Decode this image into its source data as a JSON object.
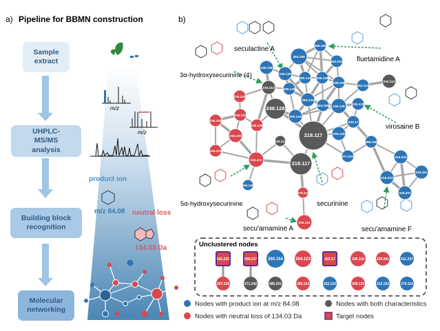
{
  "panel_a": {
    "letter": "a)",
    "title": "Pipeline for BBMN construction",
    "steps": [
      "Sample extract",
      "UHPLC-MS/MS analysis",
      "Building block recognition",
      "Molecular networking"
    ],
    "mz_label": "m/z",
    "product_ion_label": "product ion",
    "product_ion_value": "m/z 84.08",
    "neutral_loss_label": "neutral loss",
    "neutral_loss_value": "134.03 Da"
  },
  "panel_b": {
    "letter": "b)",
    "compounds": [
      "seculactine A",
      "fluetamidine A",
      "3α-hydroxysecurinine (4)",
      "virosaine B",
      "5α-hydroxysecurinine",
      "securinine",
      "secu'amamine A",
      "secu'amamine F"
    ],
    "nodes": [
      {
        "label": "269.181",
        "type": "blue"
      },
      {
        "label": "264.159",
        "type": "blue"
      },
      {
        "label": "252.254",
        "type": "blue"
      },
      {
        "label": "236.128",
        "type": "blue"
      },
      {
        "label": "250.144",
        "type": "blue"
      },
      {
        "label": "236.128",
        "type": "blue"
      },
      {
        "label": "236.128",
        "type": "blue"
      },
      {
        "label": "252.123",
        "type": "blue"
      },
      {
        "label": "234.112",
        "type": "gray"
      },
      {
        "label": "236.128",
        "type": "blue"
      },
      {
        "label": "250.144",
        "type": "blue"
      },
      {
        "label": "264.159",
        "type": "blue"
      },
      {
        "label": "236.128",
        "type": "blue"
      },
      {
        "label": "226.133",
        "type": "blue"
      },
      {
        "label": "250.144",
        "type": "blue"
      },
      {
        "label": "303.17",
        "type": "blue"
      },
      {
        "label": "218.117",
        "type": "gray"
      },
      {
        "label": "236.128",
        "type": "blue"
      },
      {
        "label": "359.196",
        "type": "blue"
      },
      {
        "label": "577.201",
        "type": "blue"
      },
      {
        "label": "319.201",
        "type": "blue"
      },
      {
        "label": "319.201",
        "type": "blue"
      },
      {
        "label": "319.201",
        "type": "blue"
      },
      {
        "label": "319.201",
        "type": "blue"
      },
      {
        "label": "234.112",
        "type": "gray"
      },
      {
        "label": "236.128",
        "type": "blue"
      },
      {
        "label": "216.102",
        "type": "red"
      },
      {
        "label": "248.128",
        "type": "gray"
      },
      {
        "label": "216.102",
        "type": "red"
      },
      {
        "label": "216.102",
        "type": "red"
      },
      {
        "label": "248.128",
        "type": "red"
      },
      {
        "label": "216.102",
        "type": "red"
      },
      {
        "label": "216.102",
        "type": "red"
      },
      {
        "label": "234.112",
        "type": "red"
      },
      {
        "label": "218.117",
        "type": "gray"
      },
      {
        "label": "234.112",
        "type": "gray"
      },
      {
        "label": "266.138",
        "type": "blue"
      },
      {
        "label": "270.112",
        "type": "red"
      },
      {
        "label": "234.112",
        "type": "red"
      }
    ],
    "unclustered": {
      "title": "Unclustered nodes",
      "row1": [
        {
          "label": "541.233",
          "type": "target"
        },
        {
          "label": "539.217",
          "type": "target"
        },
        {
          "label": "260.154",
          "type": "blue"
        },
        {
          "label": "264.123",
          "type": "red"
        },
        {
          "label": "423.17",
          "type": "target"
        },
        {
          "label": "206.118",
          "type": "red"
        },
        {
          "label": "236.061",
          "type": "red"
        },
        {
          "label": "511.207",
          "type": "blue"
        }
      ],
      "row2": [
        {
          "label": "297.228",
          "type": "red"
        },
        {
          "label": "571.242",
          "type": "gray"
        },
        {
          "label": "485.201",
          "type": "gray"
        },
        {
          "label": "385.154",
          "type": "red"
        },
        {
          "label": "252.123",
          "type": "blue"
        },
        {
          "label": "349.123",
          "type": "red"
        },
        {
          "label": "312.153",
          "type": "blue"
        },
        {
          "label": "279.114",
          "type": "blue"
        }
      ]
    },
    "legend": [
      {
        "label": "Nodes with product ion at m/z 84.08",
        "type": "blue"
      },
      {
        "label": "Nodes with both characteristics",
        "type": "gray"
      },
      {
        "label": "Nodes with neutral loss of 134.03 Da",
        "type": "red"
      },
      {
        "label": "Target nodes",
        "type": "target"
      }
    ]
  },
  "colors": {
    "blue": "#2e75b6",
    "red": "#d9484f",
    "gray": "#595959",
    "target_border": "#5b2c8f",
    "edge": "#a6a6a6",
    "arrow": "#2e9e5b"
  }
}
